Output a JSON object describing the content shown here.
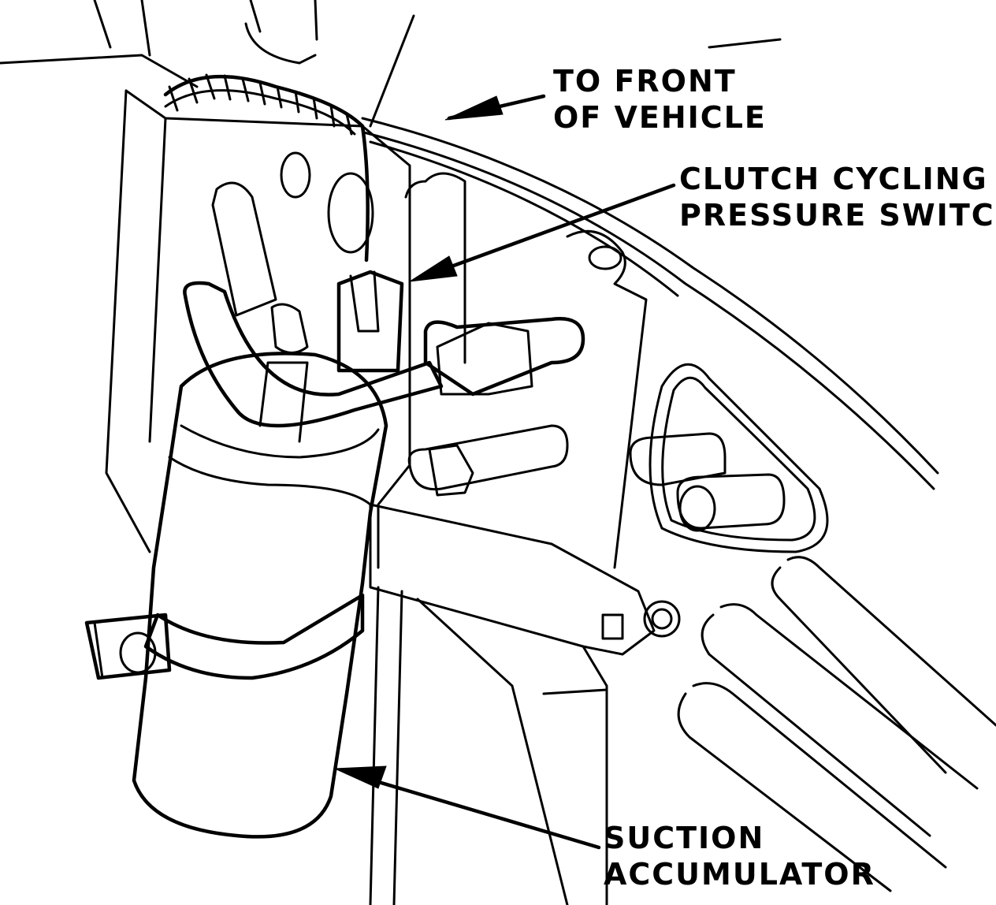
{
  "labels": {
    "front": {
      "line1": "TO FRONT",
      "line2": "OF VEHICLE"
    },
    "switch": {
      "line1": "CLUTCH CYCLING",
      "line2": "PRESSURE SWITCH"
    },
    "accumulator": {
      "line1": "SUCTION",
      "line2": "ACCUMULATOR"
    }
  }
}
